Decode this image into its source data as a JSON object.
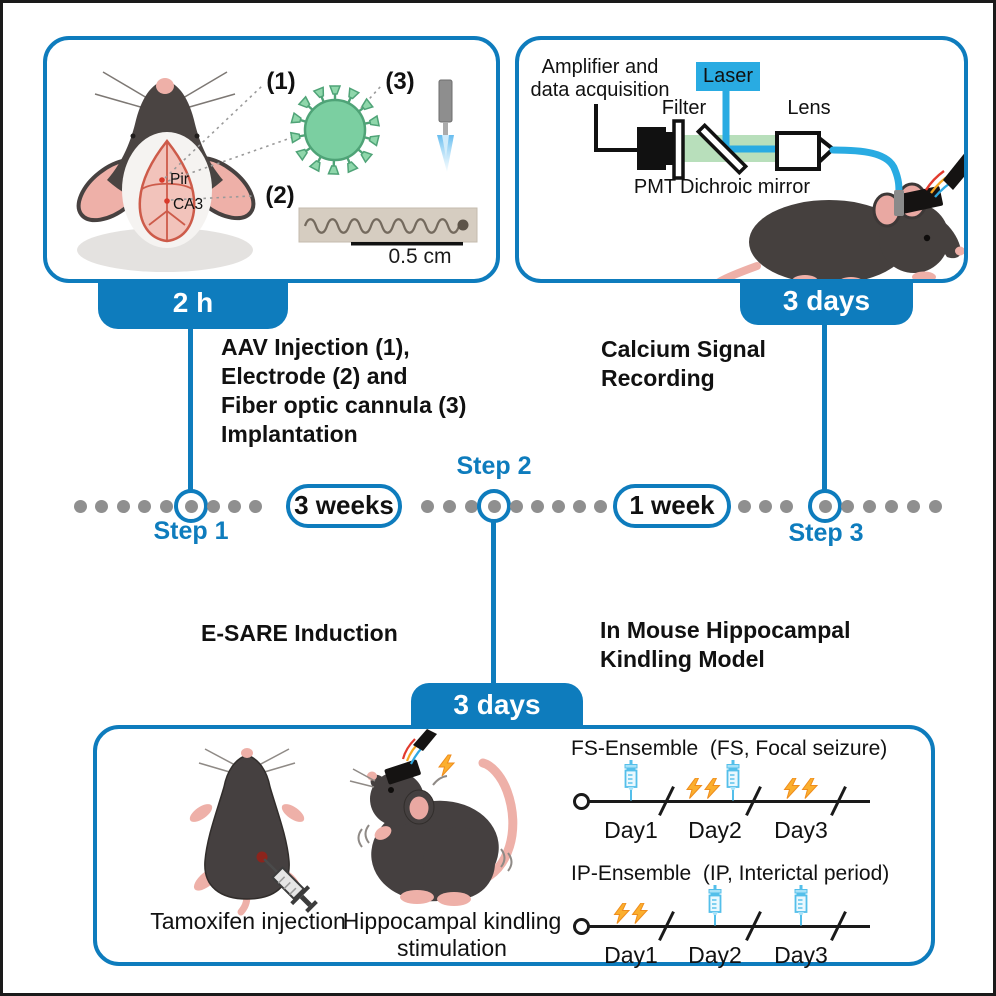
{
  "colors": {
    "accent": "#0e7cbd",
    "laser_blue": "#29abe2",
    "dot_gray": "#8f8f8f",
    "virus_green": "#7bcfa1",
    "bolt_orange": "#fbaf2e",
    "syringe_blue": "#54bfea"
  },
  "panel_surgery": {
    "label_1": "(1)",
    "label_2": "(2)",
    "label_3": "(3)",
    "region_pir": "Pir",
    "region_ca3": "CA3",
    "scale_bar": "0.5 cm"
  },
  "panel_recording": {
    "amplifier": "Amplifier and\ndata acquisition",
    "laser": "Laser",
    "filter": "Filter",
    "lens": "Lens",
    "pmt": "PMT",
    "dichroic": "Dichroic mirror"
  },
  "badges": {
    "step1_duration": "2 h",
    "step3_duration": "3 days",
    "step2_duration": "3 days"
  },
  "timeline": {
    "step1": "Step 1",
    "step2": "Step 2",
    "step3": "Step 3",
    "interval1": "3 weeks",
    "interval2": "1 week"
  },
  "descriptions": {
    "step1": "AAV Injection (1),\nElectrode (2) and\nFiber optic cannula (3)\nImplantation",
    "step3": "Calcium Signal\nRecording",
    "step2a": "E-SARE Induction",
    "step2b": "In Mouse Hippocampal\nKindling Model"
  },
  "panel_kindling": {
    "caption_left": "Tamoxifen injection",
    "caption_right": "Hippocampal kindling\nstimulation",
    "ensembles": [
      {
        "title": "FS-Ensemble  (FS, Focal seizure)",
        "days": [
          {
            "label": "Day1",
            "icons": [
              "syringe"
            ]
          },
          {
            "label": "Day2",
            "icons": [
              "bolt",
              "bolt",
              "syringe"
            ]
          },
          {
            "label": "Day3",
            "icons": [
              "bolt",
              "bolt"
            ]
          }
        ]
      },
      {
        "title": "IP-Ensemble  (IP, Interictal period)",
        "days": [
          {
            "label": "Day1",
            "icons": [
              "bolt",
              "bolt"
            ]
          },
          {
            "label": "Day2",
            "icons": [
              "syringe"
            ]
          },
          {
            "label": "Day3",
            "icons": [
              "syringe"
            ]
          }
        ]
      }
    ]
  }
}
